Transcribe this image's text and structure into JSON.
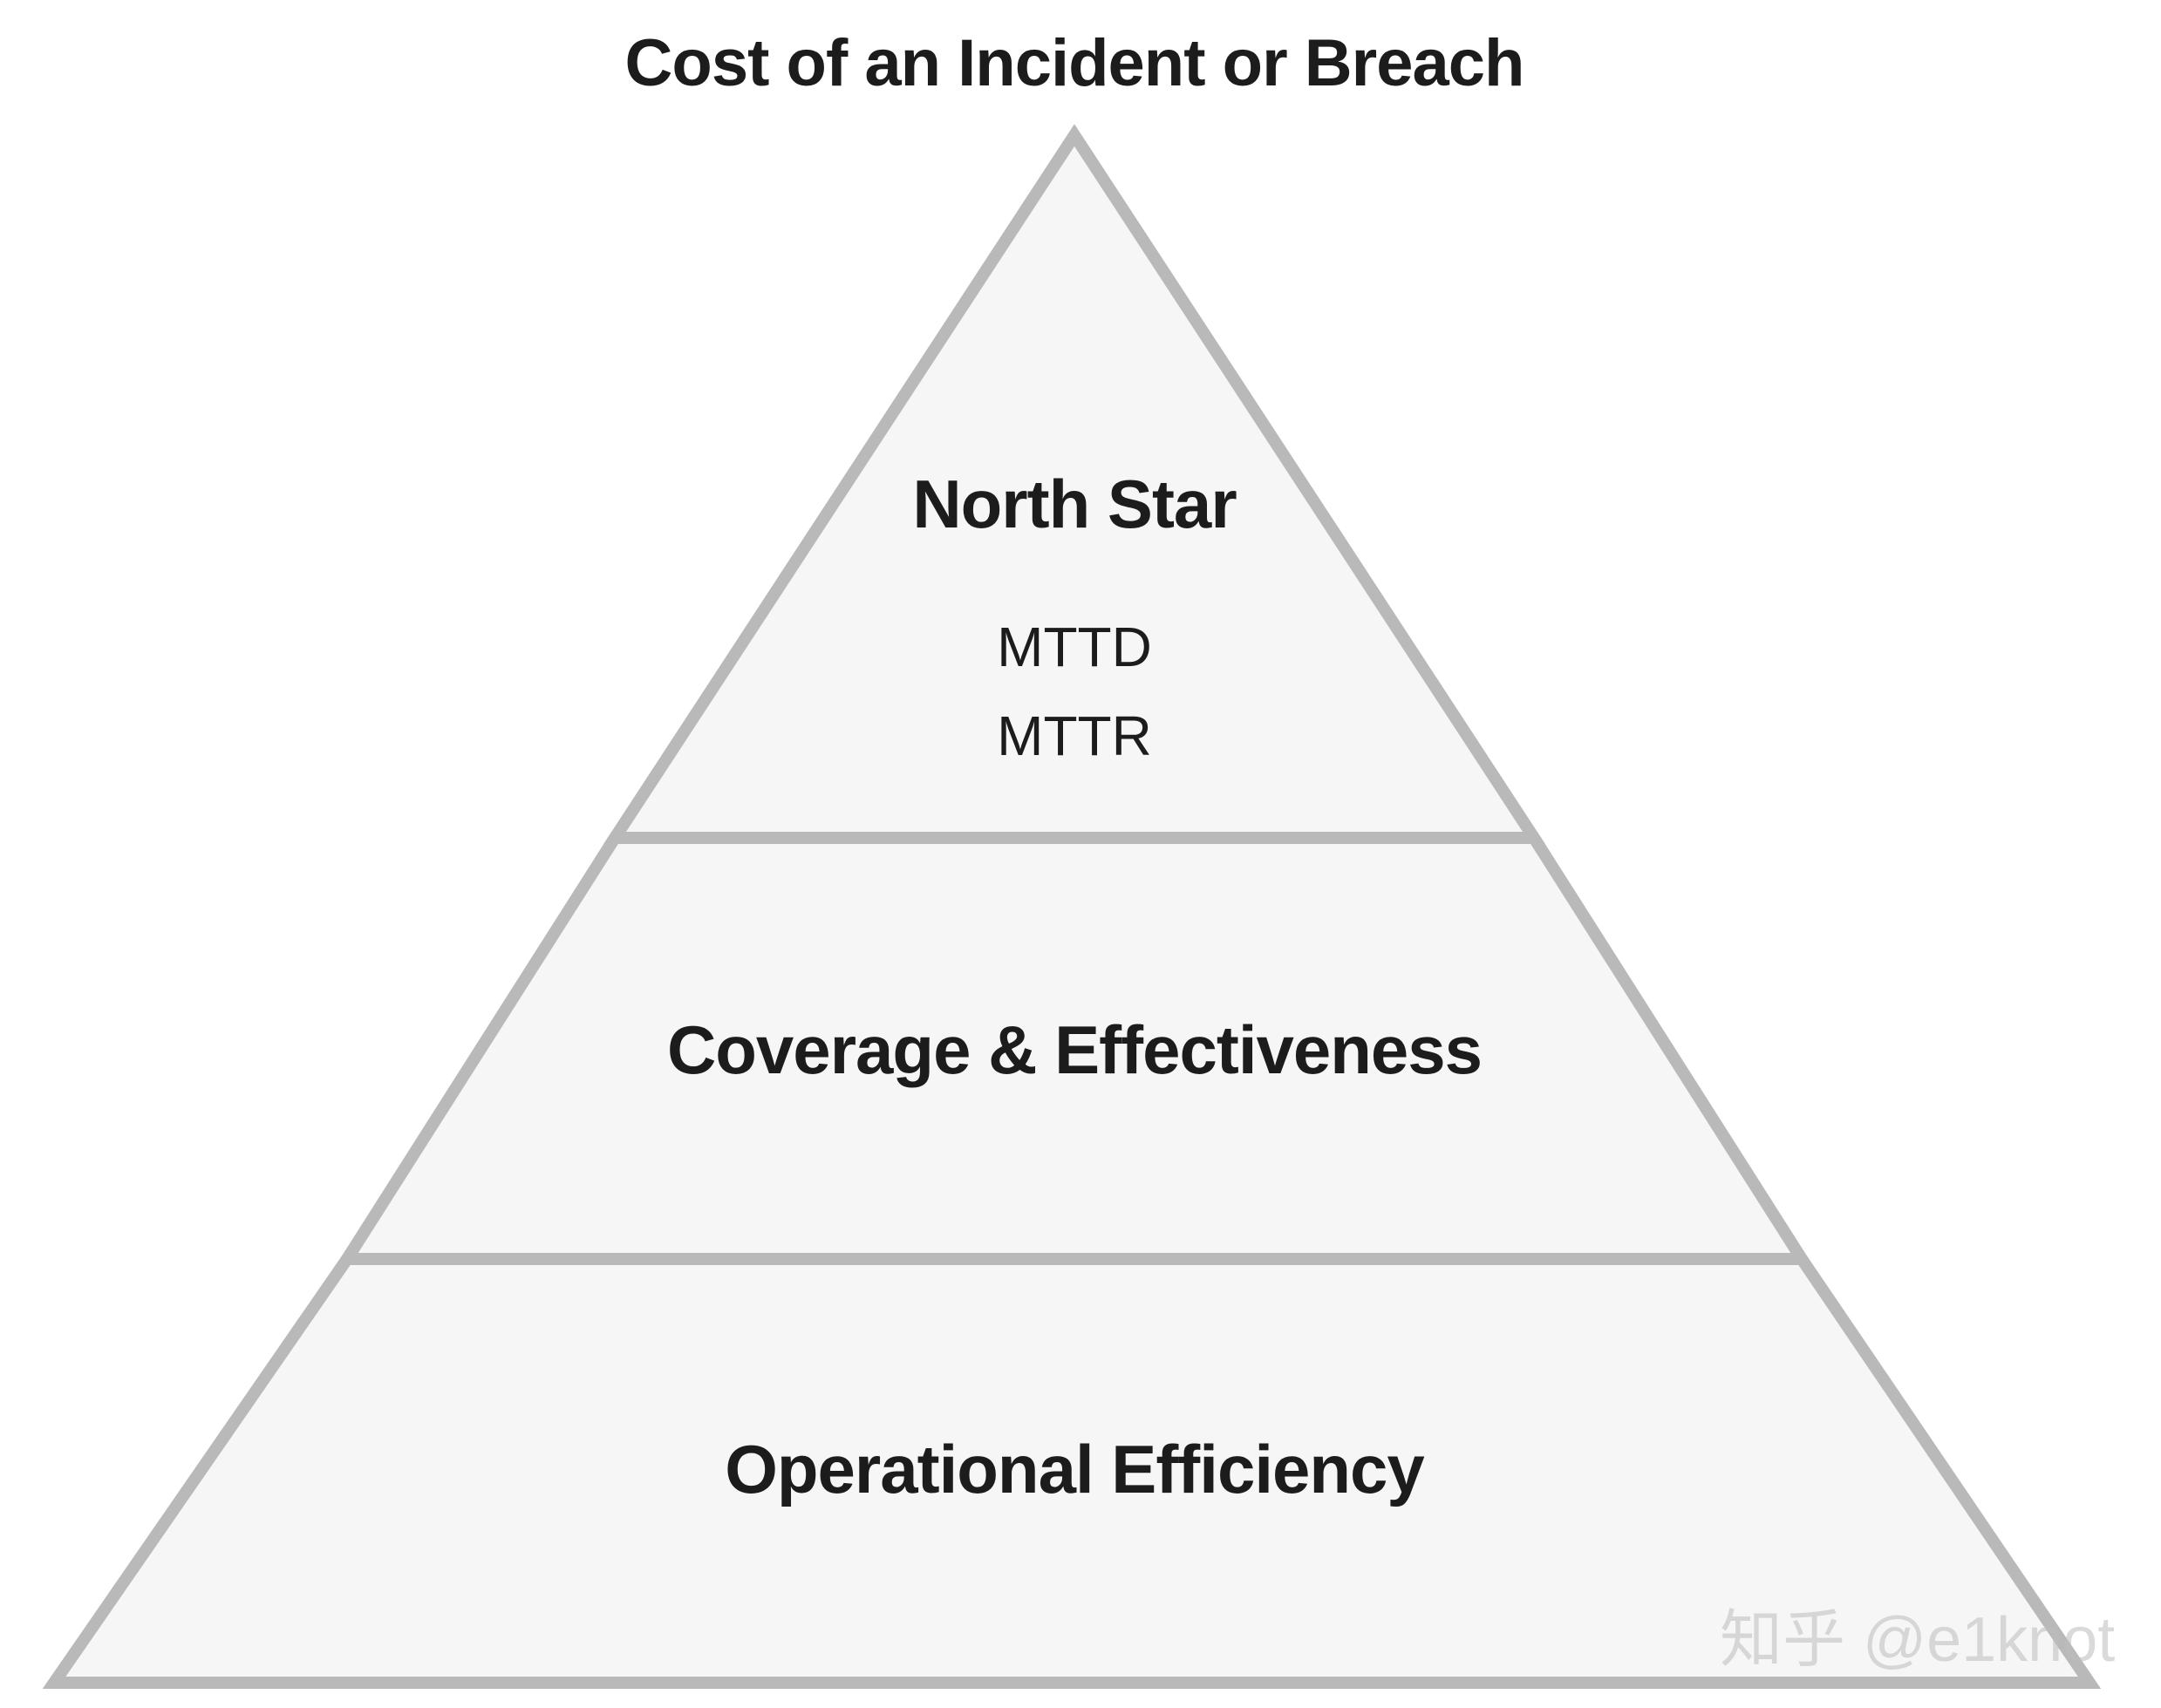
{
  "diagram": {
    "title": "Cost of an Incident or Breach",
    "tiers": [
      {
        "title": "North Star",
        "items": [
          "MTTD",
          "MTTR"
        ]
      },
      {
        "title": "Coverage & Effectiveness",
        "items": []
      },
      {
        "title": "Operational Efficiency",
        "items": []
      }
    ],
    "watermark": "知乎 @e1knot"
  },
  "colors": {
    "fill": "#f6f6f6",
    "stroke": "#b9b9b9",
    "text": "#1c1c1c",
    "watermark": "#bdbdbd",
    "background": "#ffffff"
  }
}
